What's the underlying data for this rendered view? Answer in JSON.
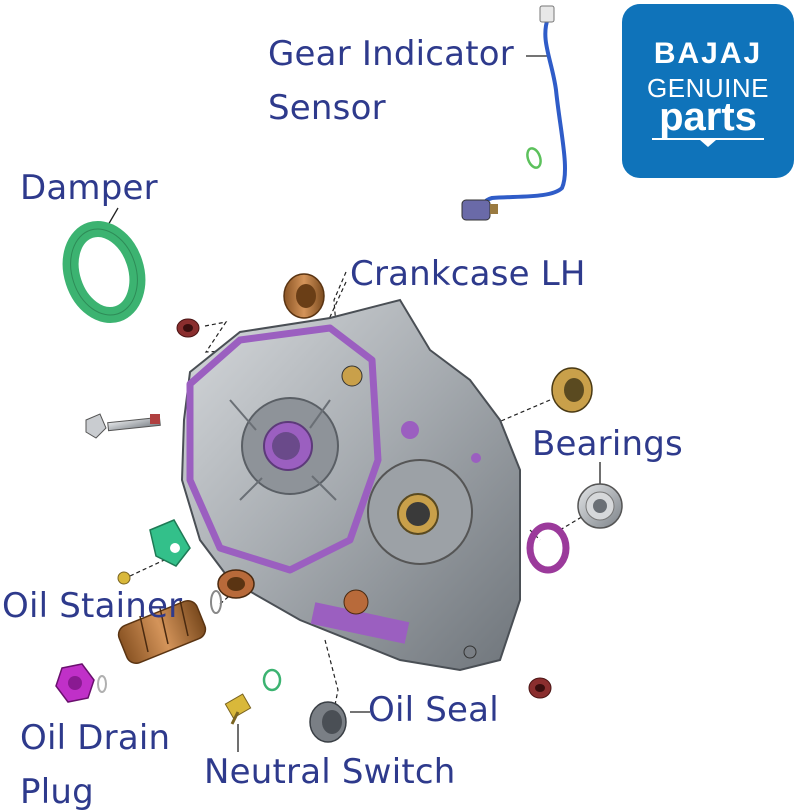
{
  "labels": {
    "gear_indicator": "Gear Indicator",
    "sensor": "Sensor",
    "damper": "Damper",
    "crankcase": "Crankcase LH",
    "bearings": "Bearings",
    "oil_stainer": "Oil Stainer",
    "oil_seal": "Oil Seal",
    "oil_drain": "Oil Drain",
    "plug": "Plug",
    "neutral_switch": "Neutral Switch"
  },
  "logo": {
    "brand": "BAJAJ",
    "genuine": "GENUINE",
    "parts": "parts"
  },
  "colors": {
    "label_text": "#2e3a8c",
    "logo_bg": "#0f73ba",
    "gasket": "#9b5fc0",
    "damper": "#3cb371",
    "bush": "#b8793a",
    "drain_plug": "#c030c8",
    "crankcase": "#9aa0a6"
  }
}
